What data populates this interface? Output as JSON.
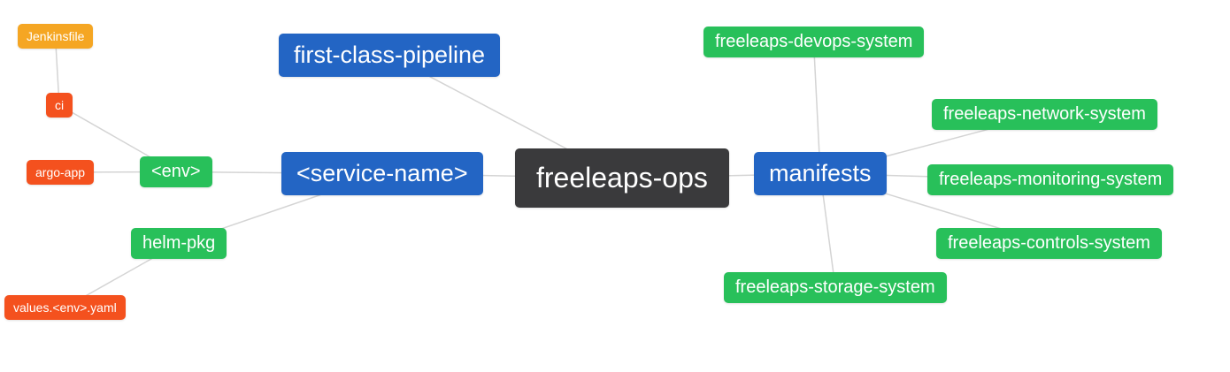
{
  "diagram": {
    "colors": {
      "background": "#ffffff",
      "text": "#ffffff",
      "edge": "#d4d4d4",
      "root_bg": "#3a3a3c",
      "primary_bg": "#2365c4",
      "secondary_bg": "#28c05a",
      "warning_bg": "#f5a623",
      "danger_bg": "#f4511e"
    },
    "nodes": [
      {
        "id": "jenkinsfile",
        "label": "Jenkinsfile",
        "role": "warning"
      },
      {
        "id": "ci",
        "label": "ci",
        "role": "danger"
      },
      {
        "id": "argo-app",
        "label": "argo-app",
        "role": "danger"
      },
      {
        "id": "env",
        "label": "<env>",
        "role": "secondary"
      },
      {
        "id": "helm-pkg",
        "label": "helm-pkg",
        "role": "secondary"
      },
      {
        "id": "values-env-yaml",
        "label": "values.<env>.yaml",
        "role": "danger"
      },
      {
        "id": "service-name",
        "label": "<service-name>",
        "role": "primary"
      },
      {
        "id": "first-class-pipeline",
        "label": "first-class-pipeline",
        "role": "primary"
      },
      {
        "id": "freeleaps-ops",
        "label": "freeleaps-ops",
        "role": "root"
      },
      {
        "id": "manifests",
        "label": "manifests",
        "role": "primary"
      },
      {
        "id": "devops-system",
        "label": "freeleaps-devops-system",
        "role": "secondary"
      },
      {
        "id": "network-system",
        "label": "freeleaps-network-system",
        "role": "secondary"
      },
      {
        "id": "monitoring-system",
        "label": "freeleaps-monitoring-system",
        "role": "secondary"
      },
      {
        "id": "controls-system",
        "label": "freeleaps-controls-system",
        "role": "secondary"
      },
      {
        "id": "storage-system",
        "label": "freeleaps-storage-system",
        "role": "secondary"
      }
    ],
    "edges": [
      {
        "from": "jenkinsfile",
        "to": "ci"
      },
      {
        "from": "ci",
        "to": "env"
      },
      {
        "from": "argo-app",
        "to": "env"
      },
      {
        "from": "env",
        "to": "service-name"
      },
      {
        "from": "helm-pkg",
        "to": "service-name"
      },
      {
        "from": "values-env-yaml",
        "to": "helm-pkg"
      },
      {
        "from": "first-class-pipeline",
        "to": "freeleaps-ops"
      },
      {
        "from": "service-name",
        "to": "freeleaps-ops"
      },
      {
        "from": "freeleaps-ops",
        "to": "manifests"
      },
      {
        "from": "manifests",
        "to": "devops-system"
      },
      {
        "from": "manifests",
        "to": "network-system"
      },
      {
        "from": "manifests",
        "to": "monitoring-system"
      },
      {
        "from": "manifests",
        "to": "controls-system"
      },
      {
        "from": "manifests",
        "to": "storage-system"
      }
    ]
  }
}
